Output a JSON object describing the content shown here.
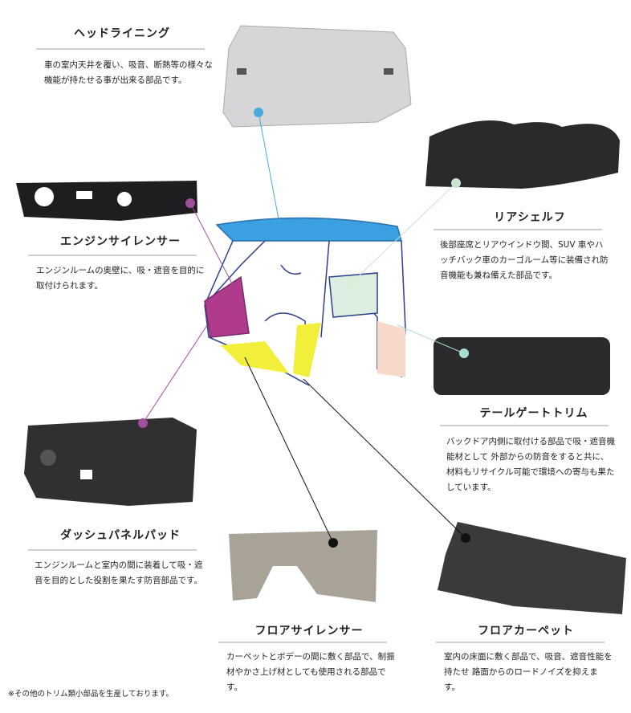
{
  "parts": {
    "headliner": {
      "title": "ヘッドライニング",
      "desc": "車の室内天井を覆い、吸音、断熱等の様々な 機能が持たせる事が出来る部品です。"
    },
    "engine_silencer": {
      "title": "エンジンサイレンサー",
      "desc": "エンジンルームの奥壁に、吸・遮音を目的に取付けられます。"
    },
    "rear_shelf": {
      "title": "リアシェルフ",
      "desc": "後部座席とリアウインドウ間、SUV 車やハッチバック車のカーゴルーム等に装備され防音機能も兼ね備えた部品です。"
    },
    "tailgate_trim": {
      "title": "テールゲートトリム",
      "desc": "バックドア内側に取付ける部品で吸・遮音機能材として 外部からの防音をすると共に、材料もリサイクル可能で環境への寄与も果たしています。"
    },
    "dash_panel_pad": {
      "title": "ダッシュパネルパッド",
      "desc": "エンジンルームと室内の間に装着して吸・遮音を目的とした役割を果たす防音部品です。"
    },
    "floor_silencer": {
      "title": "フロアサイレンサー",
      "desc": "カーペットとボデーの間に敷く部品で、制振材やかさ上げ材としても使用される部品です。"
    },
    "floor_carpet": {
      "title": "フロアカーペット",
      "desc": "室内の床面に敷く部品で、吸音、遮音性能を持たせ 路面からのロードノイズを抑えます。"
    }
  },
  "footnote": "※その他のトリム類小部品を生産しております。",
  "colors": {
    "headliner": "#4aa8dd",
    "engine": "#a0509a",
    "rear": "#c8e6cf",
    "tailgate": "#a8dcd4",
    "floor": "#111111",
    "roof": "#3aa0e0",
    "dash": "#b03a8c",
    "floor_fill": "#f2ef3a"
  }
}
